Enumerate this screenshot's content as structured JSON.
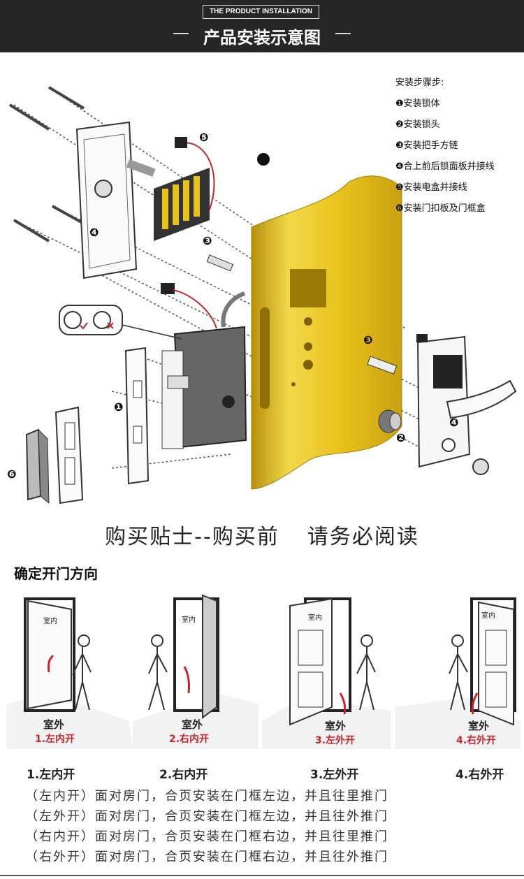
{
  "header": {
    "en_title": "THE PRODUCT INSTALLATION",
    "cn_title": "产品安装示意图"
  },
  "steps": {
    "title": "安装步骤步:",
    "items": [
      "❶安装锁体",
      "❷安装锁头",
      "❸安装把手方链",
      "❹合上前后锁面板并接线",
      "❺安装电盒并接线",
      "❻安装门扣板及门框盒"
    ]
  },
  "diagram_callouts": [
    "❶",
    "❷",
    "❸",
    "❹",
    "❺",
    "❻"
  ],
  "tips": {
    "left": "购买贴士--购买前",
    "right": "请务必阅读"
  },
  "direction": {
    "title": "确定开门方向",
    "panels": [
      {
        "indoor": "室内",
        "outdoor": "室外",
        "label": "1.左内开"
      },
      {
        "indoor": "室内",
        "outdoor": "室外",
        "label": "2.右内开"
      },
      {
        "indoor": "室内",
        "outdoor": "室外",
        "label": "3.左外开"
      },
      {
        "indoor": "室内",
        "outdoor": "室外",
        "label": "4.右外开"
      }
    ],
    "captions": [
      "1.左内开",
      "2.右内开",
      "3.左外开",
      "4.右外开"
    ],
    "notes": [
      "（左内开）面对房门，合页安装在门框左边，并且往里推门",
      "（左外开）面对房门，合页安装在门框左边，并且往外推门",
      "（右内开）面对房门，合页安装在门框右边，并且往里推门",
      "（右外开）面对房门，合页安装在门框右边，并且往外推门"
    ]
  },
  "colors": {
    "header_bg": "#262626",
    "door_gold": "#e8c21a",
    "accent_red": "#c6262b"
  }
}
